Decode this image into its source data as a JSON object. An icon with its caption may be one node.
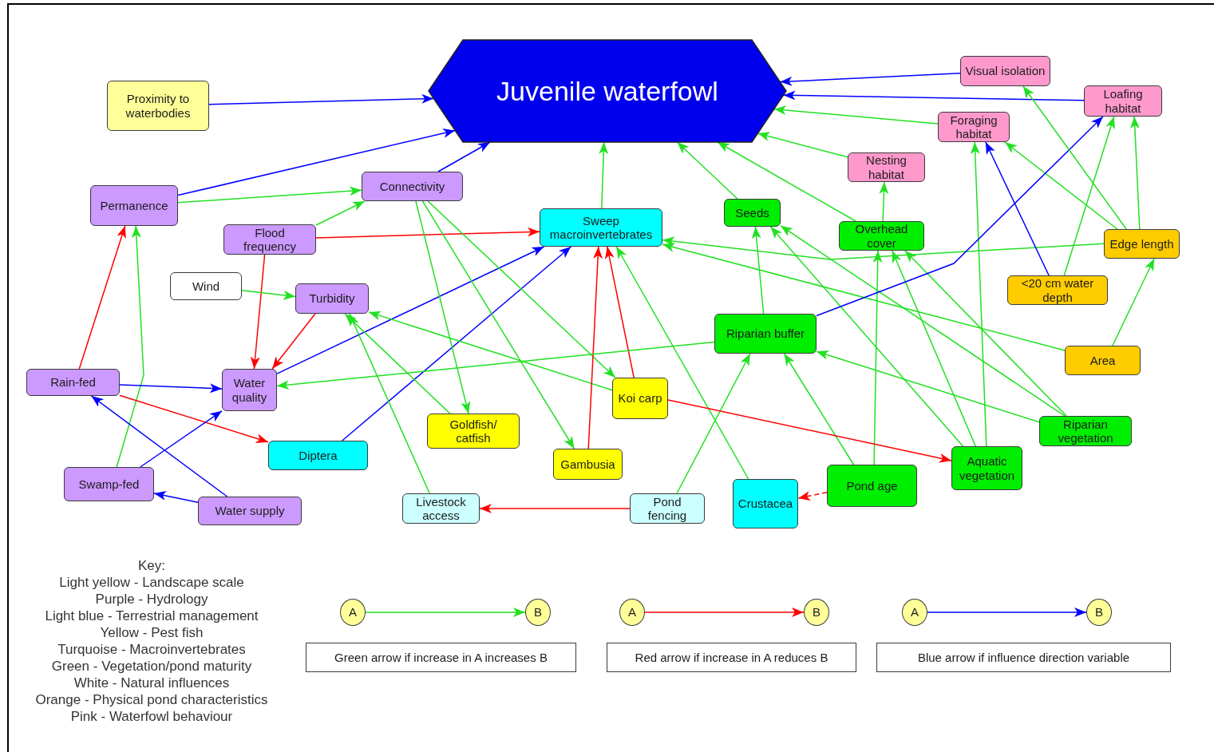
{
  "diagram": {
    "nodes": [
      {
        "text": [
          "Juvenile waterfowl"
        ]
      },
      {
        "text": [
          "Proximity to waterbodies"
        ]
      },
      {
        "text": [
          "Visual isolation"
        ]
      },
      {
        "text": [
          "Loafing habitat"
        ]
      },
      {
        "text": [
          "Foraging habitat"
        ]
      },
      {
        "text": [
          "Nesting habitat"
        ]
      },
      {
        "text": [
          "Permanence"
        ]
      },
      {
        "text": [
          "Connectivity"
        ]
      },
      {
        "text": [
          "Flood frequency"
        ]
      },
      {
        "text": [
          "Sweep macroinvertebrates"
        ]
      },
      {
        "text": [
          "Seeds"
        ]
      },
      {
        "text": [
          "Overhead cover"
        ]
      },
      {
        "text": [
          "Edge length"
        ]
      },
      {
        "text": [
          "Wind"
        ]
      },
      {
        "text": [
          "Turbidity"
        ]
      },
      {
        "text": [
          "<20 cm water depth"
        ]
      },
      {
        "text": [
          "Riparian buffer"
        ]
      },
      {
        "text": [
          "Area"
        ]
      },
      {
        "text": [
          "Rain-fed"
        ]
      },
      {
        "text": [
          "Water quality"
        ]
      },
      {
        "text": [
          "Koi carp"
        ]
      },
      {
        "text": [
          "Goldfish/ catfish"
        ]
      },
      {
        "text": [
          "Riparian vegetation"
        ]
      },
      {
        "text": [
          "Diptera"
        ]
      },
      {
        "text": [
          "Aquatic vegetation"
        ]
      },
      {
        "text": [
          "Gambusia"
        ]
      },
      {
        "text": [
          "Swamp-fed"
        ]
      },
      {
        "text": [
          "Pond age"
        ]
      },
      {
        "text": [
          "Crustacea"
        ]
      },
      {
        "text": [
          "Livestock access"
        ]
      },
      {
        "text": [
          "Pond fencing"
        ]
      },
      {
        "text": [
          "Water supply"
        ]
      },
      {
        "text": [
          "A"
        ]
      },
      {
        "text": [
          "B"
        ]
      },
      {
        "text": [
          "A"
        ]
      },
      {
        "text": [
          "B"
        ]
      },
      {
        "text": [
          "A"
        ]
      },
      {
        "text": [
          "B"
        ]
      },
      {
        "text": [
          "Green arrow if increase in A increases B"
        ]
      },
      {
        "text": [
          "Red arrow if increase in A reduces B"
        ]
      },
      {
        "text": [
          "Blue arrow if influence direction variable"
        ]
      }
    ],
    "edges": [
      {
        "from": 1,
        "to": 0,
        "arrow": "to",
        "color": "#0000ff"
      },
      {
        "from": 6,
        "to": 0,
        "arrow": "to",
        "color": "#0000ff"
      },
      {
        "from": 7,
        "to": 0,
        "arrow": "to",
        "color": "#0000ff"
      },
      {
        "from": 2,
        "to": 0,
        "arrow": "to",
        "color": "#0000ff"
      },
      {
        "from": 3,
        "to": 0,
        "arrow": "to",
        "color": "#0000ff"
      },
      {
        "from": 4,
        "to": 0,
        "arrow": "to"
      },
      {
        "from": 5,
        "to": 0,
        "arrow": "to"
      },
      {
        "from": 9,
        "to": 0,
        "arrow": "to"
      },
      {
        "from": 10,
        "to": 0,
        "arrow": "to"
      },
      {
        "from": 11,
        "to": 0,
        "arrow": "to"
      },
      {
        "from": 6,
        "to": 7,
        "arrow": "to"
      },
      {
        "from": 8,
        "to": 7,
        "arrow": "to"
      },
      {
        "from": 8,
        "to": 9,
        "arrow": "to",
        "color": "#ff0000"
      },
      {
        "from": 8,
        "to": 19,
        "arrow": "to",
        "color": "#ff0000"
      },
      {
        "from": 18,
        "to": 6,
        "arrow": "to",
        "color": "#ff0000"
      },
      {
        "from": 26,
        "to": 6,
        "arrow": "to"
      },
      {
        "from": 13,
        "to": 14,
        "arrow": "to"
      },
      {
        "from": 14,
        "to": 19,
        "arrow": "to",
        "color": "#ff0000"
      },
      {
        "from": 18,
        "to": 19,
        "arrow": "to",
        "color": "#0000ff"
      },
      {
        "from": 18,
        "to": 23,
        "arrow": "to",
        "color": "#ff0000"
      },
      {
        "from": 31,
        "to": 18,
        "arrow": "to",
        "color": "#0000ff"
      },
      {
        "from": 31,
        "to": 26,
        "arrow": "to",
        "color": "#0000ff"
      },
      {
        "from": 26,
        "to": 19,
        "arrow": "to",
        "color": "#0000ff"
      },
      {
        "from": 19,
        "to": 9,
        "arrow": "to",
        "color": "#0000ff"
      },
      {
        "from": 23,
        "to": 9,
        "arrow": "to",
        "color": "#0000ff"
      },
      {
        "from": 7,
        "to": 21,
        "arrow": "to"
      },
      {
        "from": 7,
        "to": 25,
        "arrow": "to"
      },
      {
        "from": 7,
        "to": 20,
        "arrow": "to"
      },
      {
        "from": 21,
        "to": 14,
        "arrow": "to"
      },
      {
        "from": 29,
        "to": 14,
        "arrow": "to"
      },
      {
        "from": 20,
        "to": 14,
        "arrow": "to"
      },
      {
        "from": 25,
        "to": 9,
        "arrow": "to",
        "color": "#ff0000"
      },
      {
        "from": 20,
        "to": 9,
        "arrow": "to",
        "color": "#ff0000"
      },
      {
        "from": 28,
        "to": 9,
        "arrow": "to"
      },
      {
        "from": 12,
        "to": 9,
        "arrow": "to"
      },
      {
        "from": 17,
        "to": 9,
        "arrow": "to"
      },
      {
        "from": 16,
        "to": 10,
        "arrow": "to"
      },
      {
        "from": 24,
        "to": 10,
        "arrow": "to"
      },
      {
        "from": 22,
        "to": 10,
        "arrow": "to"
      },
      {
        "from": 27,
        "to": 11,
        "arrow": "to"
      },
      {
        "from": 24,
        "to": 11,
        "arrow": "to"
      },
      {
        "from": 22,
        "to": 11,
        "arrow": "to"
      },
      {
        "from": 11,
        "to": 5,
        "arrow": "to"
      },
      {
        "from": 24,
        "to": 4,
        "arrow": "to"
      },
      {
        "from": 15,
        "to": 4,
        "arrow": "to",
        "color": "#0000ff"
      },
      {
        "from": 12,
        "to": 4,
        "arrow": "to"
      },
      {
        "from": 15,
        "to": 3,
        "arrow": "to"
      },
      {
        "from": 12,
        "to": 3,
        "arrow": "to"
      },
      {
        "from": 16,
        "to": 3,
        "arrow": "to",
        "color": "#0000ff"
      },
      {
        "from": 12,
        "to": 2,
        "arrow": "to"
      },
      {
        "from": 17,
        "to": 12,
        "arrow": "to"
      },
      {
        "from": 27,
        "to": 16,
        "arrow": "to"
      },
      {
        "from": 30,
        "to": 16,
        "arrow": "to"
      },
      {
        "from": 22,
        "to": 16,
        "arrow": "to"
      },
      {
        "from": 16,
        "to": 19,
        "arrow": "to"
      },
      {
        "from": 27,
        "to": 28,
        "arrow": "to",
        "style": "dashed",
        "color": "#ff0000"
      },
      {
        "from": 20,
        "to": 24,
        "arrow": "to",
        "color": "#ff0000"
      },
      {
        "from": 30,
        "to": 29,
        "arrow": "to",
        "color": "#ff0000"
      },
      {
        "from": 32,
        "to": 33,
        "arrow": "to"
      },
      {
        "from": 34,
        "to": 35,
        "arrow": "to",
        "color": "#ff0000"
      },
      {
        "from": 36,
        "to": 37,
        "arrow": "to",
        "color": "#0000ff"
      }
    ],
    "labels": [
      "Key:",
      "Light yellow - Landscape scale",
      "Purple - Hydrology",
      "Light blue - Terrestrial management",
      "Yellow - Pest fish",
      "Turquoise - Macroinvertebrates",
      "Green - Vegetation/pond maturity",
      "White - Natural influences",
      "Orange - Physical pond characteristics",
      "Pink - Waterfowl behaviour"
    ]
  }
}
